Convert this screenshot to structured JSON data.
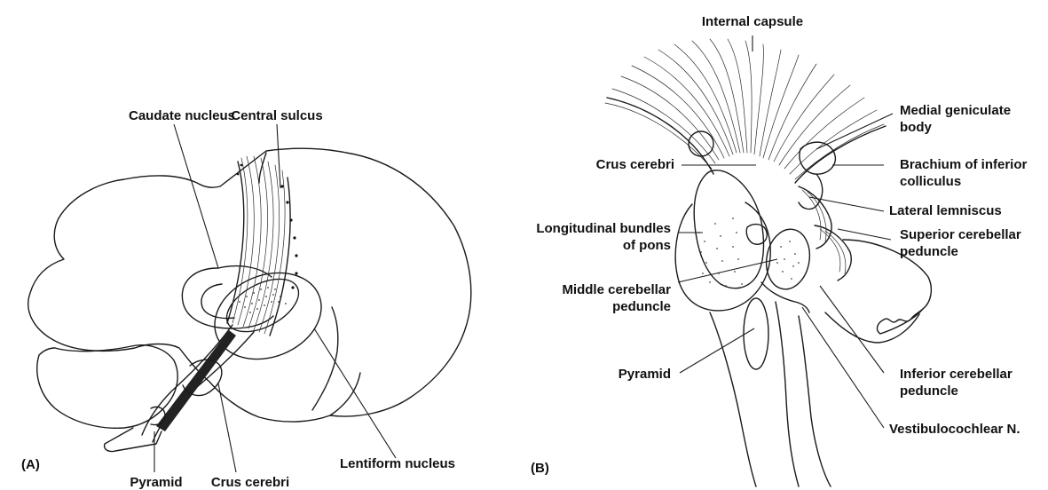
{
  "panel_a": {
    "panel_label": "(A)",
    "labels": {
      "caudate_nucleus": "Caudate nucleus",
      "central_sulcus": "Central sulcus",
      "lentiform_nucleus": "Lentiform nucleus",
      "pyramid": "Pyramid",
      "crus_cerebri": "Crus cerebri"
    }
  },
  "panel_b": {
    "panel_label": "(B)",
    "labels": {
      "internal_capsule": "Internal capsule",
      "medial_geniculate_1": "Medial geniculate",
      "medial_geniculate_2": "body",
      "crus_cerebri": "Crus cerebri",
      "brachium_1": "Brachium of inferior",
      "brachium_2": "colliculus",
      "lateral_lemniscus": "Lateral lemniscus",
      "longitudinal_1": "Longitudinal bundles",
      "longitudinal_2": "of pons",
      "superior_peduncle_1": "Superior cerebellar",
      "superior_peduncle_2": "peduncle",
      "middle_peduncle_1": "Middle cerebellar",
      "middle_peduncle_2": "peduncle",
      "pyramid": "Pyramid",
      "inferior_peduncle_1": "Inferior cerebellar",
      "inferior_peduncle_2": "peduncle",
      "vestibulocochlear": "Vestibulocochlear N."
    }
  }
}
